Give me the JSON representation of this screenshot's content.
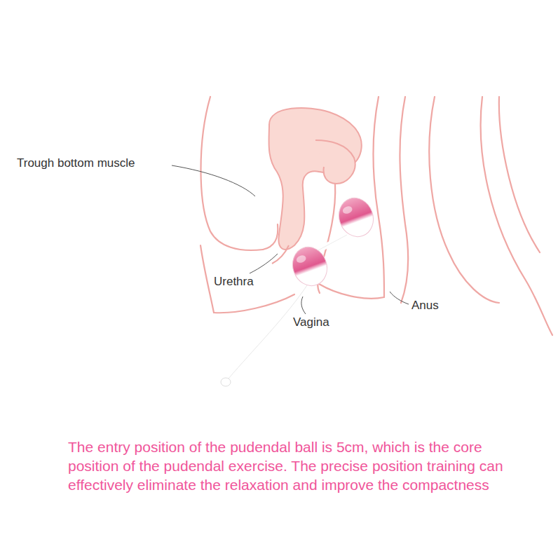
{
  "diagram": {
    "caption": "The entry position of the pudendal ball is 5cm, which is the core position of the pudendal exercise. The precise position training can effectively eliminate the relaxation and improve the compactness",
    "labels": [
      "Trough bottom muscle",
      "Urethra",
      "Vagina",
      "Anus"
    ]
  }
}
